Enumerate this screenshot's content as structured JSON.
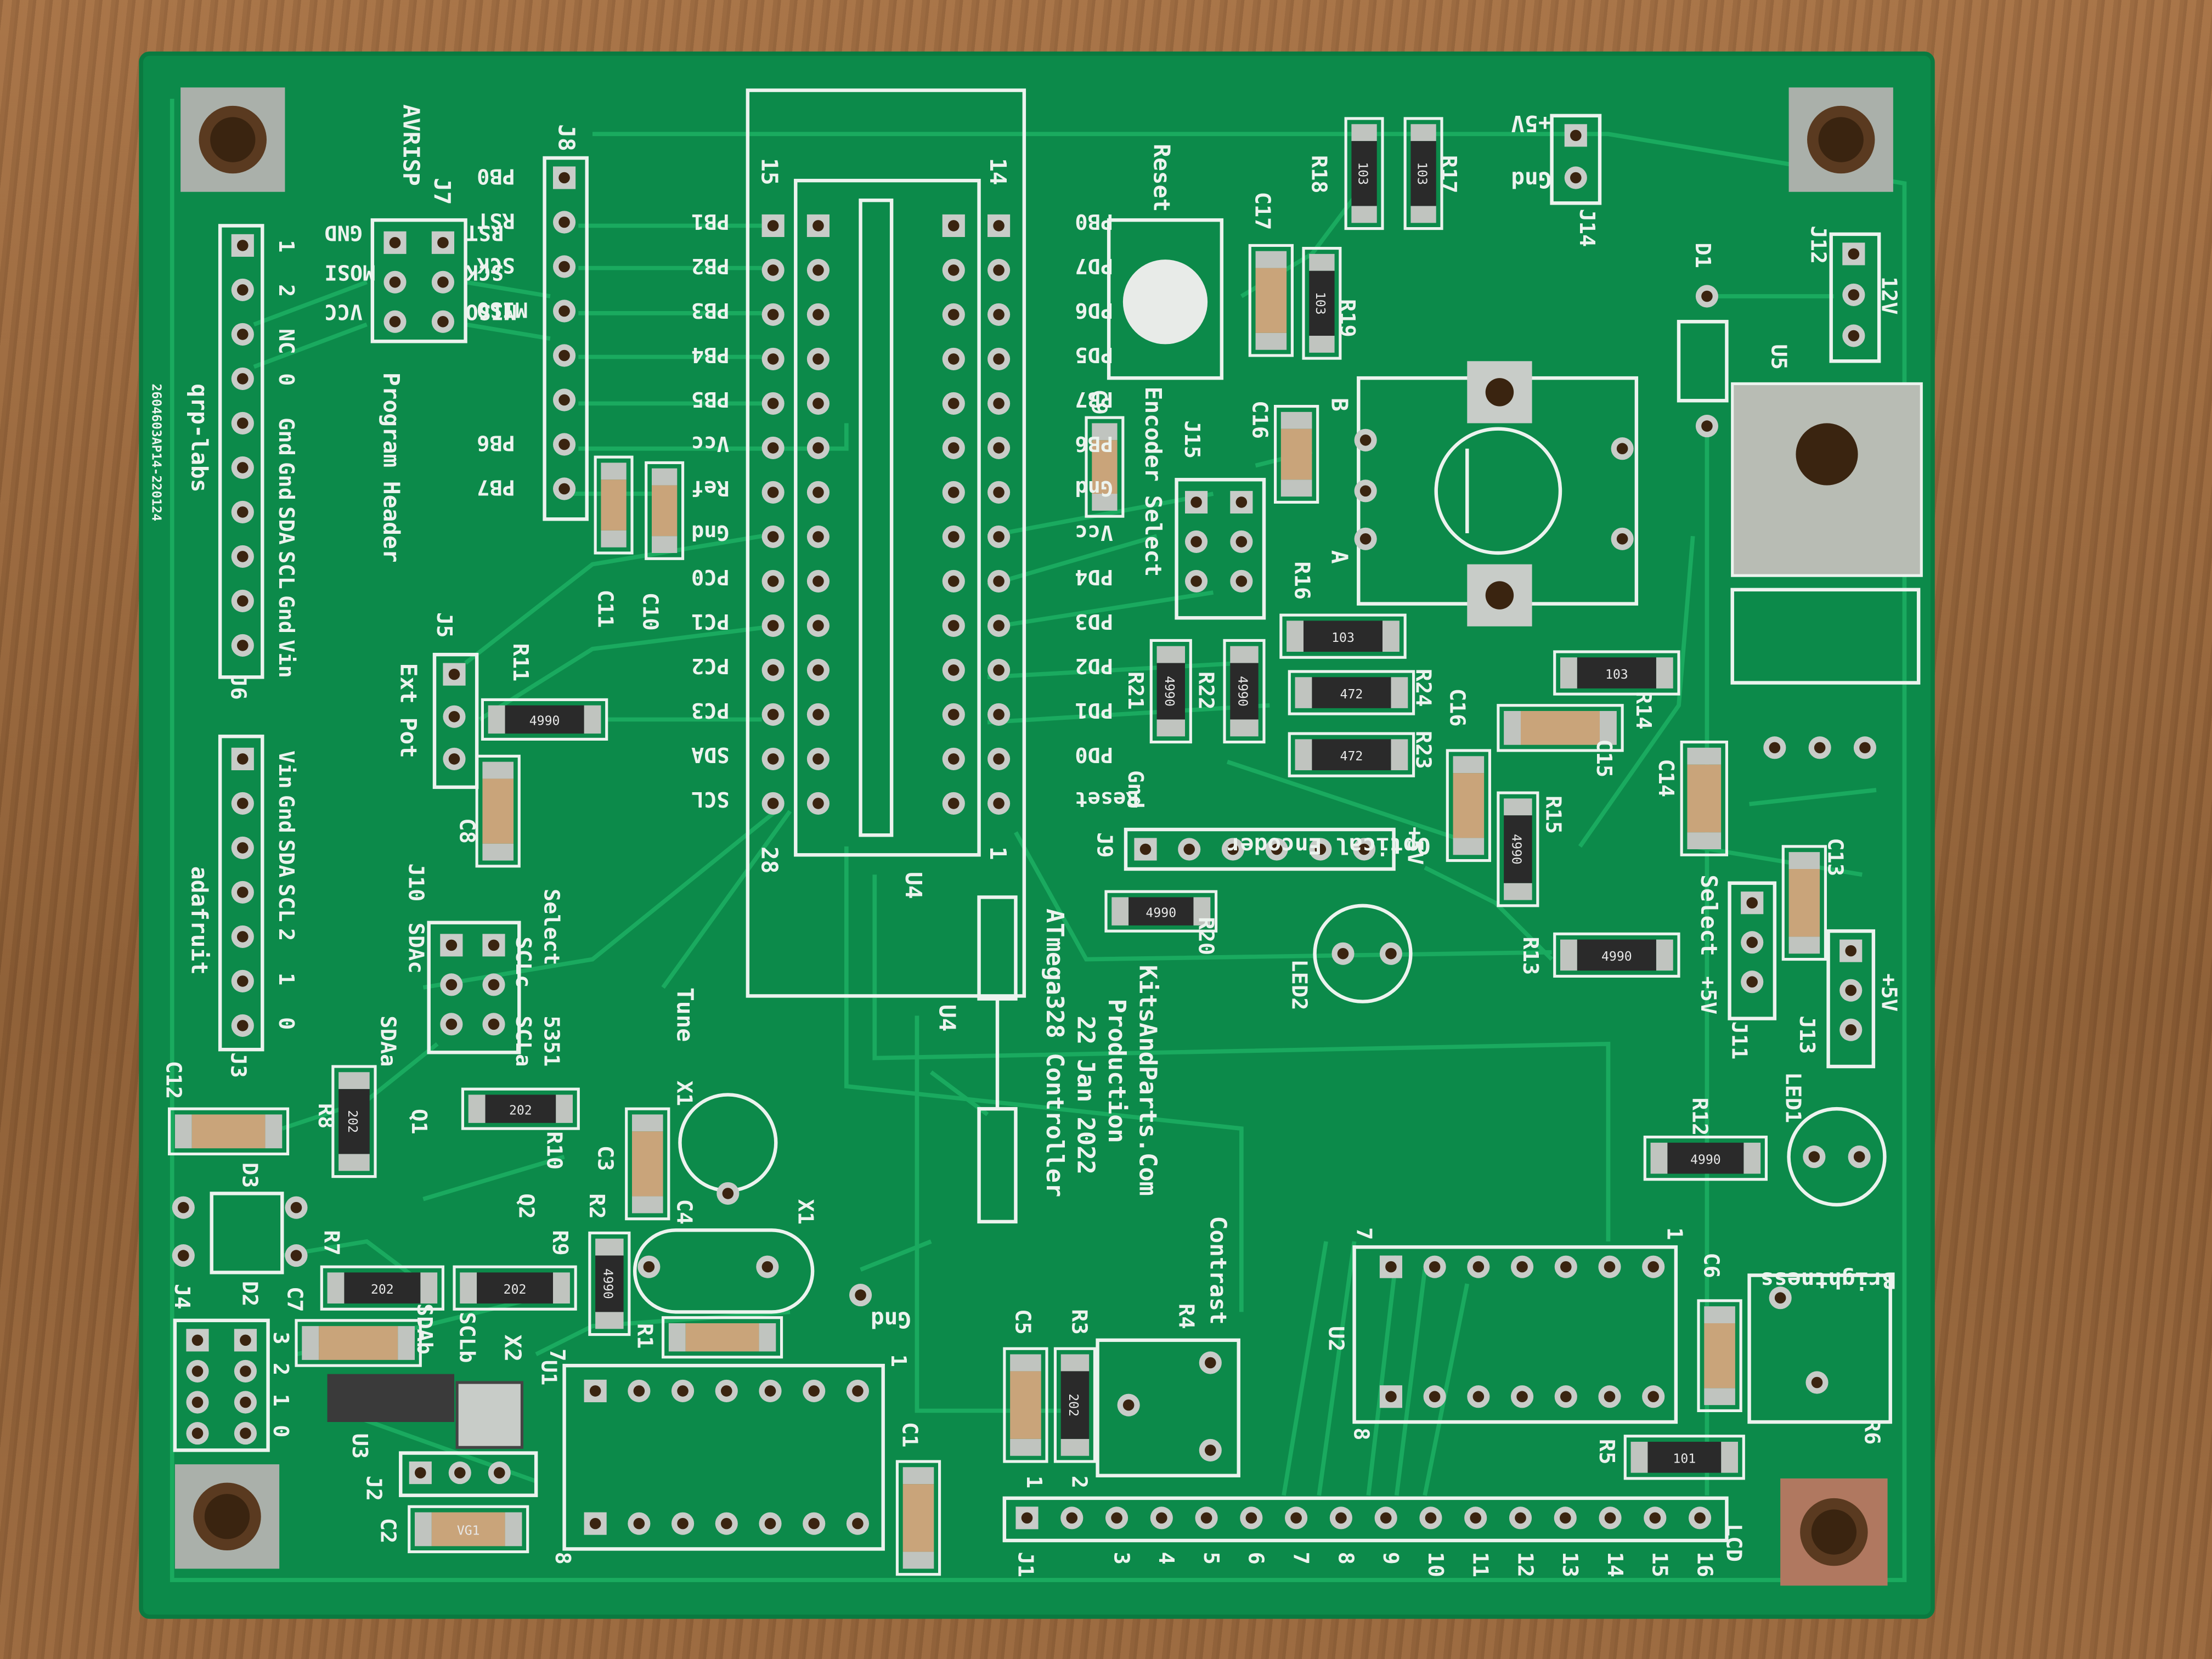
{
  "board": {
    "title_line1": "ATmega328 Controller",
    "title_line2": "22 Jan 2022",
    "title_line3": "Production",
    "title_line4": "KitsAndParts.Com",
    "serial": "2604603AP14-220124",
    "brand": "qrp-labs",
    "brand2": "adafruit",
    "colors": {
      "pcb": "#0c8a4a",
      "trace": "#16a85d",
      "silk": "#ecf3ee",
      "pad": "#c8ccc8",
      "wood": "#9a6a3e"
    }
  },
  "u4_left_labels": [
    "PB1",
    "PB2",
    "PB3",
    "PB4",
    "PB5",
    "Vcc",
    "Ref",
    "Gnd",
    "PC0",
    "PC1",
    "PC2",
    "PC3",
    "SDA",
    "SCL"
  ],
  "u4_right_labels": [
    "PB0",
    "PD7",
    "PD6",
    "PD5",
    "PB7",
    "PB6",
    "Gnd",
    "Vcc",
    "PD4",
    "PD3",
    "PD2",
    "PD1",
    "PD0",
    "Reset"
  ],
  "j8_labels": [
    "PB0",
    "RST",
    "SCK",
    "MISO",
    "",
    "",
    "PB6",
    "PB7"
  ],
  "j7_labels": {
    "name": "J7",
    "title": "AVRISP",
    "left": [
      "GND",
      "MOSI",
      "VCC"
    ],
    "right": [
      "RST",
      "SCK",
      "MISO"
    ]
  },
  "j6_labels": [
    "1",
    "2",
    "NC",
    "0",
    "Gnd",
    "Gnd",
    "SDA",
    "SCL",
    "Gnd",
    "Vin"
  ],
  "j3_labels": [
    "Vin",
    "Gnd",
    "SDA",
    "SCL",
    "2",
    "1",
    "0"
  ],
  "labels": {
    "j8": "J8",
    "j6": "J6",
    "j3": "J3",
    "j5": "J5",
    "ext_pot": "Ext Pot",
    "program_header": "Program Header",
    "pin15": "15",
    "pin14": "14",
    "pin28": "28",
    "pin1": "1",
    "u4": "U4",
    "u4b": "U4",
    "reset": "Reset",
    "c17": "C17",
    "r18": "R18",
    "r17": "R17",
    "r19": "R19",
    "c9": "C9",
    "j15": "J15",
    "encoder_select": "Encoder Select",
    "c16": "C16",
    "b": "B",
    "a": "A",
    "r16": "R16",
    "r21": "R21",
    "r22": "R22",
    "r24": "R24",
    "r23": "R23",
    "c16b": "C16",
    "r14": "R14",
    "c15": "C15",
    "c14": "C14",
    "r15": "R15",
    "j9": "J9",
    "optical_encoder": "Optical Encoder",
    "gnd": "Gnd",
    "plus5v": "+5V",
    "r20": "R20",
    "led2": "LED2",
    "r13": "R13",
    "select": "Select",
    "c13": "C13",
    "j11": "J11",
    "j13": "J13",
    "plus5v_b": "+5V",
    "plus5v_c": "+5V",
    "j14": "J14",
    "plus5v_top": "+5V",
    "gnd_top": "Gnd",
    "j12": "J12",
    "v12": "12V",
    "d1": "D1",
    "u5": "U5",
    "r12": "R12",
    "led1": "LED1",
    "brightness": "Brightness",
    "c6": "C6",
    "r6": "R6",
    "r5": "R5",
    "u2": "U2",
    "pin7": "7",
    "pin8": "8",
    "pin1b": "1",
    "r4": "R4",
    "contrast": "Contrast",
    "c5": "C5",
    "r3": "R3",
    "j1": "J1",
    "lcd": "LCD",
    "c1": "C1",
    "u1": "U1",
    "pin8b": "8",
    "pin1c": "1",
    "pin7b": "7",
    "tune": "Tune",
    "x1": "X1",
    "x1b": "X1",
    "c3": "C3",
    "c4": "C4",
    "r2": "R2",
    "r1": "R1",
    "gnd2": "Gnd",
    "j10": "J10",
    "sdac": "SDAc",
    "sclc": "SCLc",
    "sdaa": "SDAa",
    "scla": "SCLa",
    "sclc_select": "Select",
    "si5351": "5351",
    "c12": "C12",
    "r8": "R8",
    "q1": "Q1",
    "q2": "Q2",
    "r10": "R10",
    "d3": "D3",
    "d2": "D2",
    "r7": "R7",
    "r9": "R9",
    "c7": "C7",
    "j4": "J4",
    "sdab": "SDAb",
    "sclb": "SCLb",
    "x2": "X2",
    "u3": "U3",
    "j2": "J2",
    "c2": "C2",
    "c8": "C8",
    "r11": "R11",
    "c11": "C11",
    "c10": "C10",
    "j4_pins": [
      "3",
      "2",
      "1",
      "0"
    ],
    "j1_pin1": "1",
    "j1_pin2": "2"
  },
  "j1_pins": [
    "3",
    "4",
    "5",
    "6",
    "7",
    "8",
    "9",
    "10",
    "11",
    "12",
    "13",
    "14",
    "15",
    "16"
  ],
  "resistor_codes": {
    "r18": "103",
    "r17": "103",
    "r19": "103",
    "r16": "103",
    "r14": "103",
    "r21": "4990",
    "r22": "4990",
    "r11": "4990",
    "r20": "4990",
    "r13": "4990",
    "r15": "4990",
    "r12": "4990",
    "r2": "4990",
    "r24": "472",
    "r23": "472",
    "r8": "202",
    "r10": "202",
    "r7": "202",
    "r9": "202",
    "r3": "202",
    "r5": "101",
    "c2": "VG1"
  }
}
